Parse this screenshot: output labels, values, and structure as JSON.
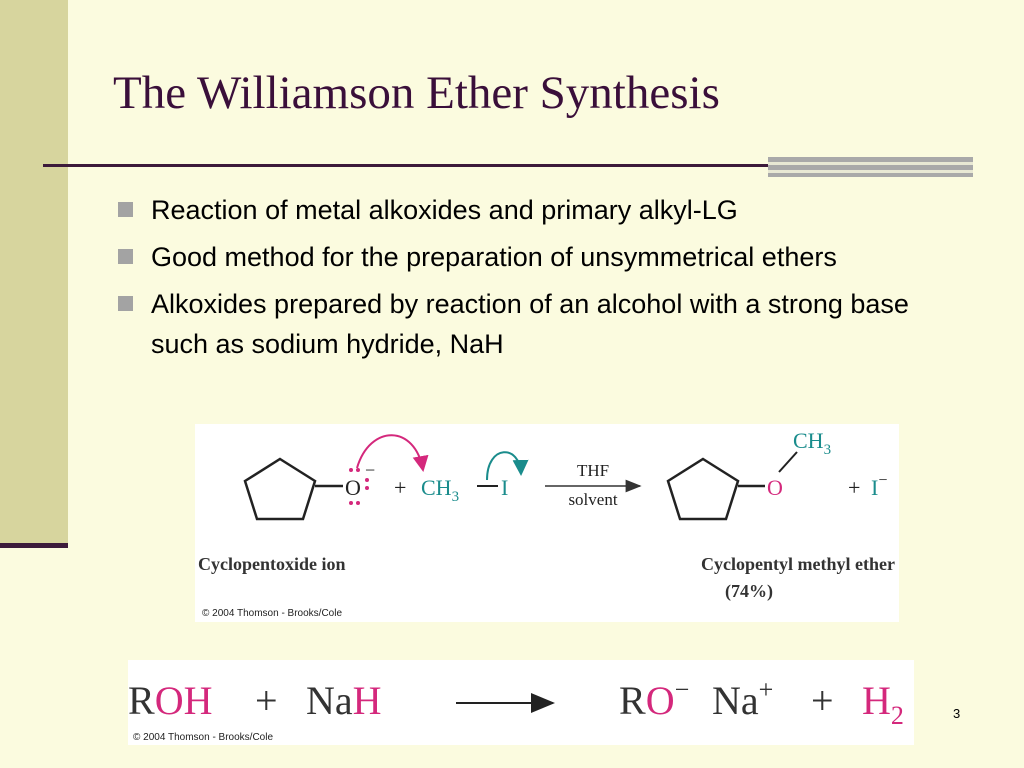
{
  "slide": {
    "title": "The Williamson Ether Synthesis",
    "number": "3"
  },
  "bullets": [
    "Reaction of metal alkoxides and primary alkyl-LG",
    "Good method for the preparation of unsymmetrical ethers",
    "Alkoxides prepared by reaction of an alcohol with a strong base such as sodium hydride, NaH"
  ],
  "reaction1": {
    "oxygen": "O",
    "charge_minus": "−",
    "plus": "+",
    "ch": "CH",
    "sub3": "3",
    "iodine": "I",
    "condition_top": "THF",
    "condition_bottom": "solvent",
    "iodide": "I",
    "reactant_name": "Cyclopentoxide ion",
    "product_name": "Cyclopentyl methyl ether",
    "yield": "(74%)",
    "credit": "© 2004 Thomson - Brooks/Cole"
  },
  "reaction2": {
    "r": "R",
    "oh": "OH",
    "plus": "+",
    "na": "Na",
    "h": "H",
    "o": "O",
    "minus": "−",
    "na_plus": "Na",
    "plus_sup": "+",
    "h2": "H",
    "sub2": "2",
    "credit": "© 2004 Thomson - Brooks/Cole"
  },
  "colors": {
    "background": "#fbfbdf",
    "left_band": "#d7d59e",
    "title": "#3a0f3a",
    "rule": "#3c1a3a",
    "chem_teal": "#1a8c8c",
    "chem_magenta": "#d4287c",
    "bullet_marker": "#a3a3a3"
  }
}
